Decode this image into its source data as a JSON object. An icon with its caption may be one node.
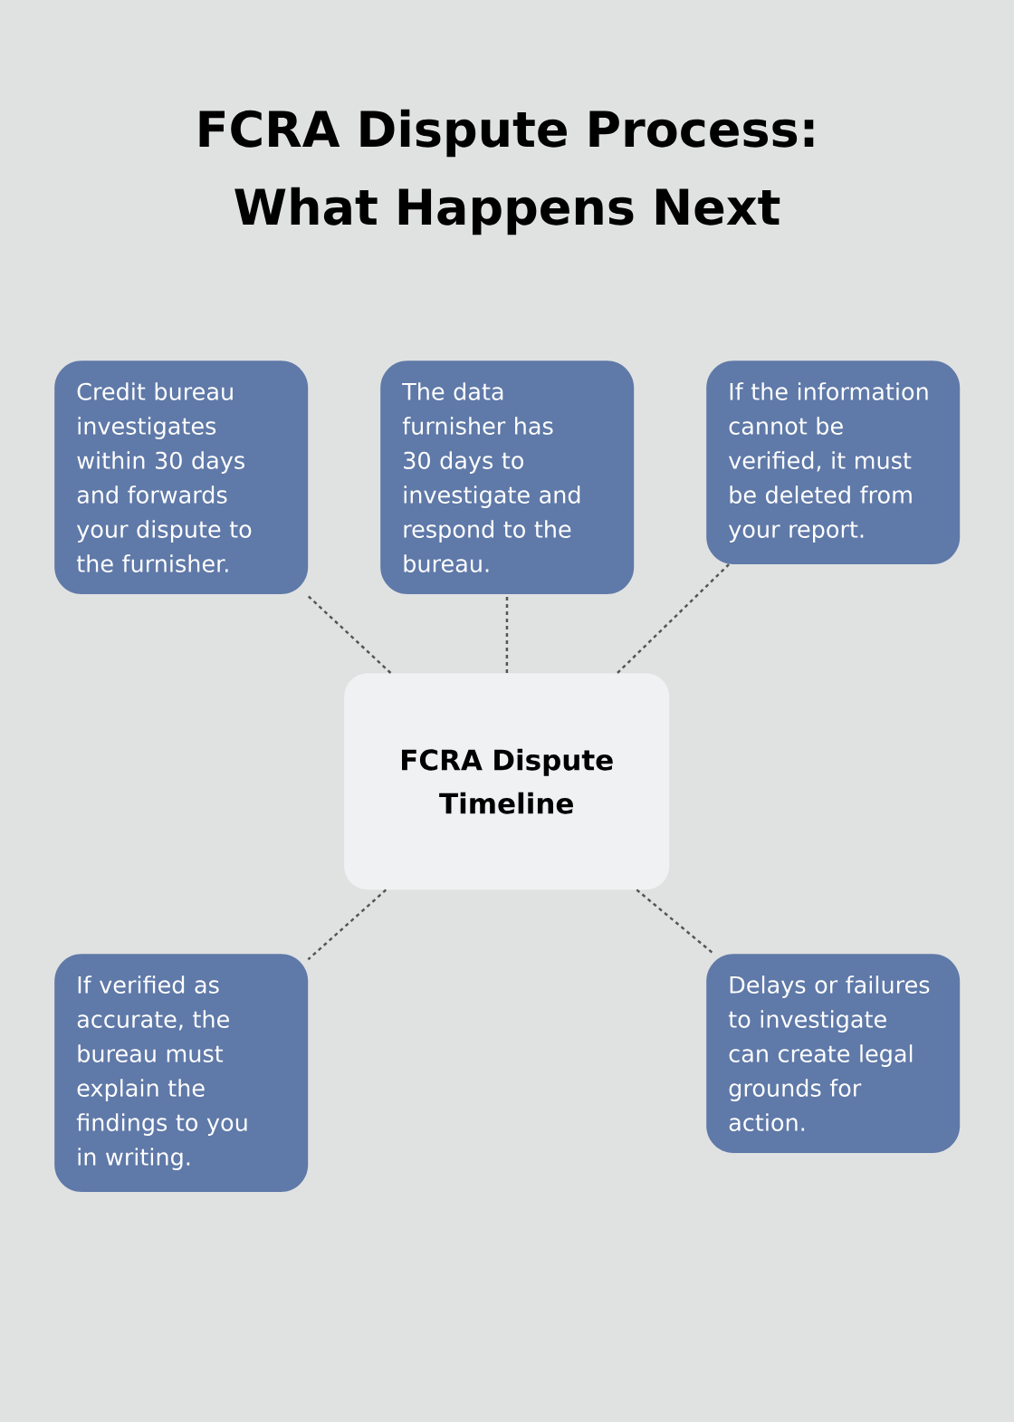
{
  "diagram": {
    "title": "FCRA Dispute Process: What Happens Next",
    "nodes": [
      {
        "text": [
          "Credit bureau investigates within 30 days and forwards your dispute to the furnisher."
        ]
      },
      {
        "text": [
          "The data furnisher has 30 days to investigate and respond to the bureau."
        ]
      },
      {
        "text": [
          "If the information cannot be verified, it must be deleted from your report."
        ]
      },
      {
        "text": [
          "FCRA Dispute Timeline"
        ]
      },
      {
        "text": [
          "If verified as accurate, the bureau must explain the findings to you in writing."
        ]
      },
      {
        "text": [
          "Delays or failures to investigate can create legal grounds for action."
        ]
      }
    ],
    "edges": [
      {
        "from": 3,
        "to": 0,
        "arrow": "none",
        "style": "dashed"
      },
      {
        "from": 3,
        "to": 1,
        "arrow": "none",
        "style": "dashed"
      },
      {
        "from": 3,
        "to": 2,
        "arrow": "none",
        "style": "dashed"
      },
      {
        "from": 3,
        "to": 4,
        "arrow": "none",
        "style": "dashed"
      },
      {
        "from": 3,
        "to": 5,
        "arrow": "none",
        "style": "dashed"
      }
    ]
  }
}
